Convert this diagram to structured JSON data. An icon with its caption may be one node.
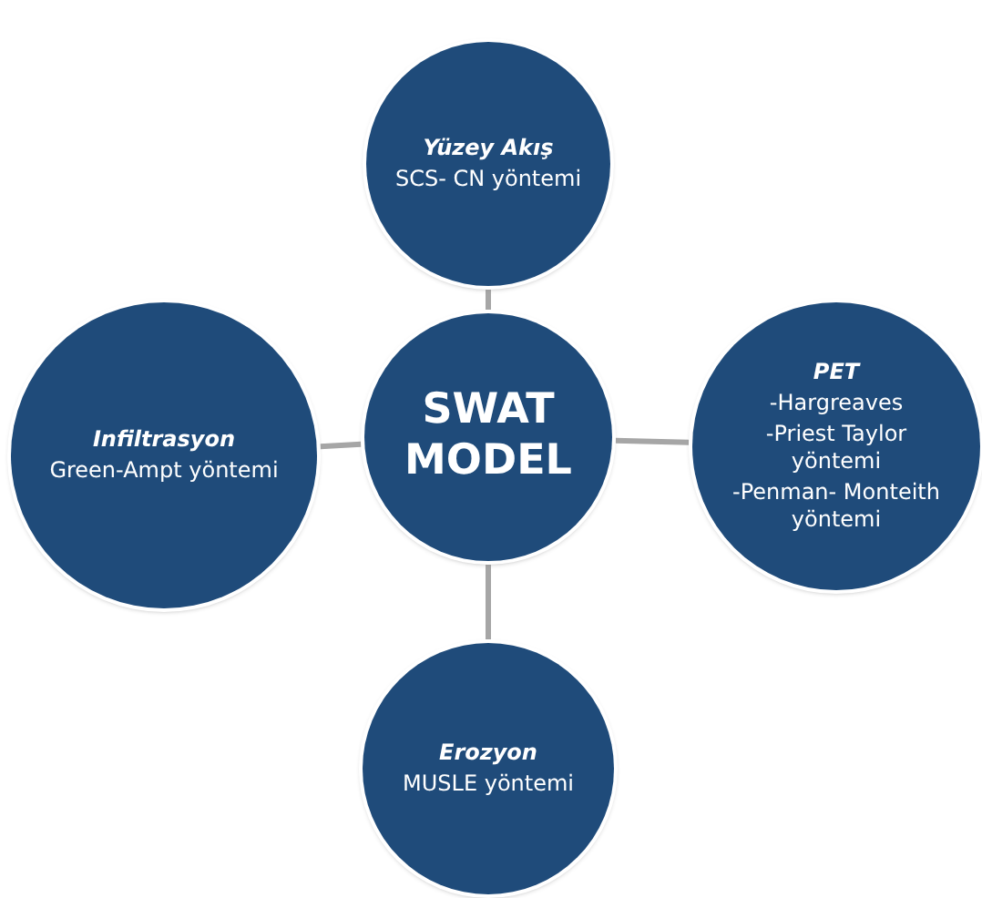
{
  "diagram": {
    "nodes": [
      {
        "text": [
          "Yüzey Akış",
          "SCS- CN yöntemi"
        ]
      },
      {
        "text": [
          "Infiltrasyon",
          "Green-Ampt yöntemi"
        ]
      },
      {
        "text": [
          "SWAT MODEL"
        ]
      },
      {
        "text": [
          "PET",
          "-Hargreaves",
          "-Priest Taylor yöntemi",
          "-Penman- Monteith yöntemi"
        ]
      },
      {
        "text": [
          "Erozyon",
          "MUSLE yöntemi"
        ]
      }
    ],
    "edges": [
      {
        "from": 2,
        "to": 0,
        "arrow": "none"
      },
      {
        "from": 2,
        "to": 1,
        "arrow": "none"
      },
      {
        "from": 2,
        "to": 3,
        "arrow": "none"
      },
      {
        "from": 2,
        "to": 4,
        "arrow": "none"
      }
    ]
  }
}
